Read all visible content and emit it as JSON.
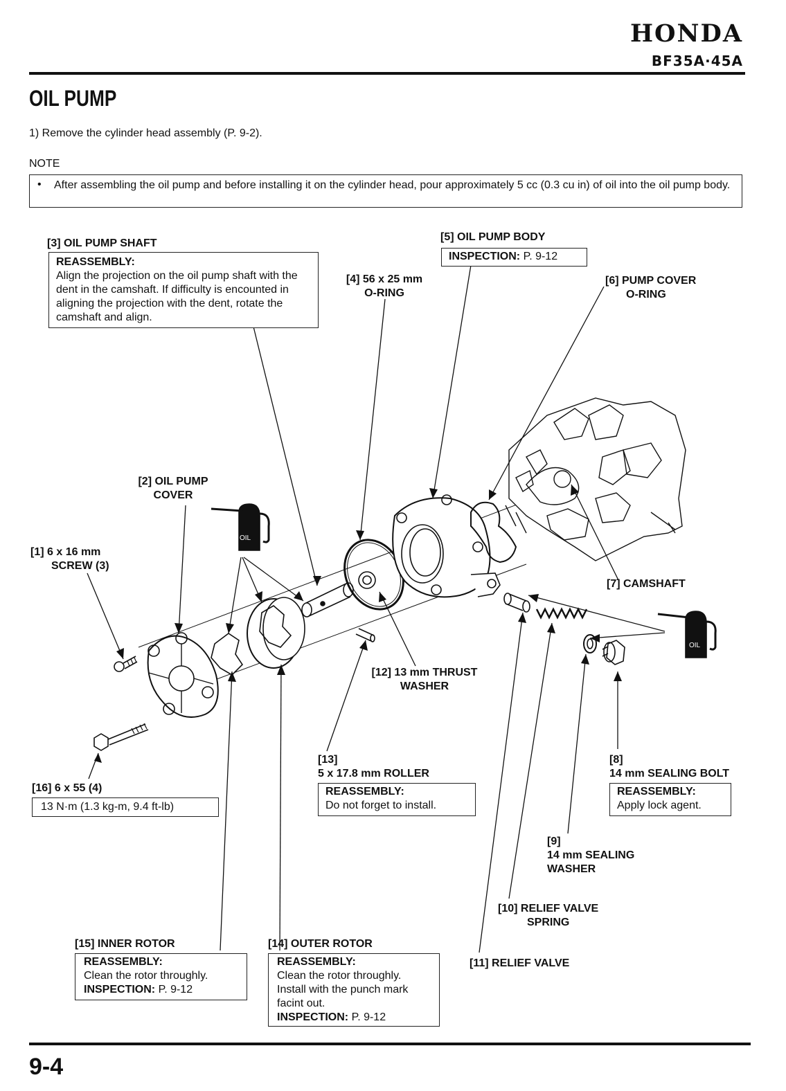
{
  "header": {
    "brand": "HONDA",
    "model": "BF35A·45A"
  },
  "title": "OIL PUMP",
  "step1": "1) Remove the cylinder head assembly (P. 9-2).",
  "note": {
    "label": "NOTE",
    "bullet": "•",
    "text": "After assembling the oil pump and before installing it on the cylinder head, pour approximately 5 cc (0.3 cu in) of oil into the oil pump body."
  },
  "callouts": {
    "c1": {
      "num": "[1]",
      "line1": "6 x 16 mm",
      "line2": "SCREW (3)"
    },
    "c2": {
      "line1": "[2] OIL PUMP",
      "line2": "COVER"
    },
    "c3": {
      "label": "[3] OIL PUMP SHAFT",
      "heading": "REASSEMBLY:",
      "text": "Align the projection on the oil pump shaft with the dent in the camshaft. If difficulty is encounted in aligning the projection with the dent, rotate the camshaft and align."
    },
    "c4": {
      "line1": "[4] 56 x 25 mm",
      "line2": "O-RING"
    },
    "c5": {
      "label": "[5] OIL PUMP BODY",
      "inspection_label": "INSPECTION:",
      "inspection_ref": "P. 9-12"
    },
    "c6": {
      "line1": "[6] PUMP COVER",
      "line2": "O-RING"
    },
    "c7": {
      "label": "[7] CAMSHAFT"
    },
    "c8": {
      "num": "[8]",
      "label": "14 mm SEALING BOLT",
      "heading": "REASSEMBLY:",
      "text": "Apply lock agent."
    },
    "c9": {
      "num": "[9]",
      "line1": "14 mm SEALING",
      "line2": "WASHER"
    },
    "c10": {
      "line1": "[10] RELIEF VALVE",
      "line2": "SPRING"
    },
    "c11": {
      "label": "[11] RELIEF VALVE"
    },
    "c12": {
      "line1": "[12] 13 mm THRUST",
      "line2": "WASHER"
    },
    "c13": {
      "num": "[13]",
      "label": "5 x 17.8 mm ROLLER",
      "heading": "REASSEMBLY:",
      "text": "Do not forget to install."
    },
    "c14": {
      "label": "[14] OUTER ROTOR",
      "heading": "REASSEMBLY:",
      "text": "Clean the rotor throughly. Install with the punch mark facint out.",
      "inspection_label": "INSPECTION:",
      "inspection_ref": "P. 9-12"
    },
    "c15": {
      "label": "[15] INNER ROTOR",
      "heading": "REASSEMBLY:",
      "text": "Clean the rotor throughly.",
      "inspection_label": "INSPECTION:",
      "inspection_ref": "P. 9-12"
    },
    "c16": {
      "label": "[16] 6 x 55 (4)",
      "torque": "13 N·m (1.3 kg-m, 9.4 ft-lb)"
    }
  },
  "oil_can_label": "OIL",
  "page_number": "9-4"
}
